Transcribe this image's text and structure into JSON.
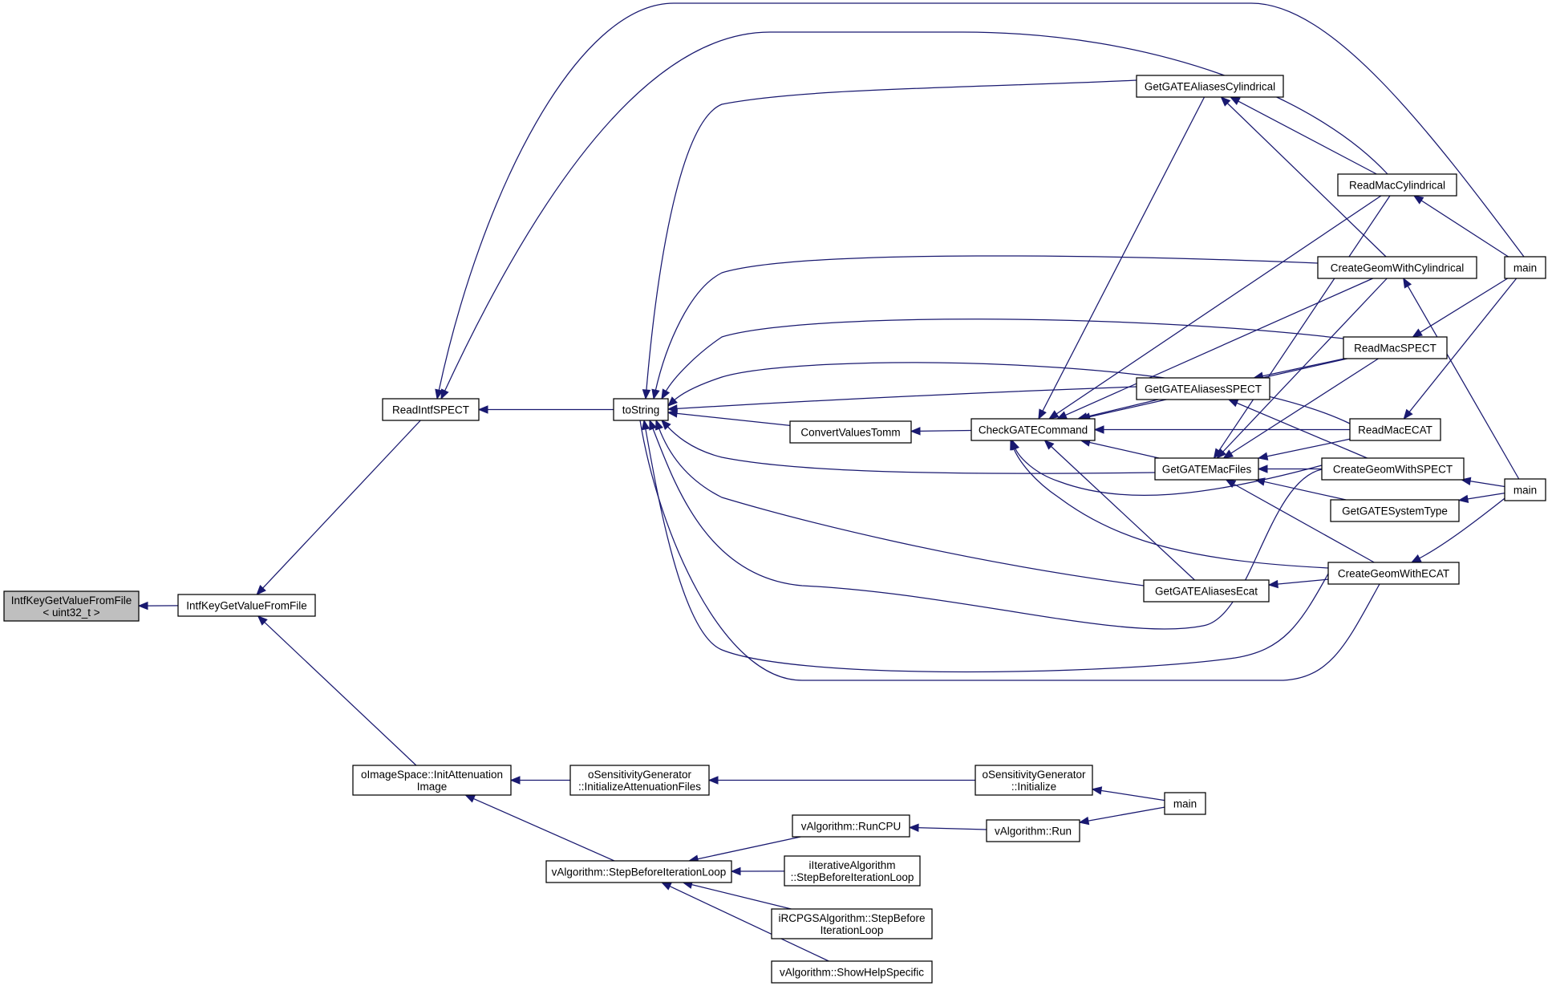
{
  "graph": {
    "nodes": [
      {
        "id": "root",
        "lines": [
          "IntfKeyGetValueFromFile",
          "< uint32_t >"
        ],
        "root": true
      },
      {
        "id": "ikgvf",
        "lines": [
          "IntfKeyGetValueFromFile"
        ]
      },
      {
        "id": "readintf",
        "lines": [
          "ReadIntfSPECT"
        ]
      },
      {
        "id": "tostring",
        "lines": [
          "toString"
        ]
      },
      {
        "id": "convert",
        "lines": [
          "ConvertValuesTomm"
        ]
      },
      {
        "id": "checkgate",
        "lines": [
          "CheckGATECommand"
        ]
      },
      {
        "id": "aliascyl",
        "lines": [
          "GetGATEAliasesCylindrical"
        ]
      },
      {
        "id": "aliasspect",
        "lines": [
          "GetGATEAliasesSPECT"
        ]
      },
      {
        "id": "macfiles",
        "lines": [
          "GetGATEMacFiles"
        ]
      },
      {
        "id": "aliasecat",
        "lines": [
          "GetGATEAliasesEcat"
        ]
      },
      {
        "id": "readmaccyl",
        "lines": [
          "ReadMacCylindrical"
        ]
      },
      {
        "id": "geomcyl",
        "lines": [
          "CreateGeomWithCylindrical"
        ]
      },
      {
        "id": "readmacspect",
        "lines": [
          "ReadMacSPECT"
        ]
      },
      {
        "id": "readmacecat",
        "lines": [
          "ReadMacECAT"
        ]
      },
      {
        "id": "geomspect",
        "lines": [
          "CreateGeomWithSPECT"
        ]
      },
      {
        "id": "systype",
        "lines": [
          "GetGATESystemType"
        ]
      },
      {
        "id": "geomecat",
        "lines": [
          "CreateGeomWithECAT"
        ]
      },
      {
        "id": "main1",
        "lines": [
          "main"
        ]
      },
      {
        "id": "main2",
        "lines": [
          "main"
        ]
      },
      {
        "id": "initatt",
        "lines": [
          "oImageSpace::InitAttenuation",
          "Image"
        ]
      },
      {
        "id": "sensinitatt",
        "lines": [
          "oSensitivityGenerator",
          "::InitializeAttenuationFiles"
        ]
      },
      {
        "id": "sensinit",
        "lines": [
          "oSensitivityGenerator",
          "::Initialize"
        ]
      },
      {
        "id": "main3",
        "lines": [
          "main"
        ]
      },
      {
        "id": "stepbefore",
        "lines": [
          "vAlgorithm::StepBeforeIterationLoop"
        ]
      },
      {
        "id": "runcpu",
        "lines": [
          "vAlgorithm::RunCPU"
        ]
      },
      {
        "id": "run",
        "lines": [
          "vAlgorithm::Run"
        ]
      },
      {
        "id": "iterstep",
        "lines": [
          "iIterativeAlgorithm",
          "::StepBeforeIterationLoop"
        ]
      },
      {
        "id": "rcpgsstep",
        "lines": [
          "iRCPGSAlgorithm::StepBefore",
          "IterationLoop"
        ]
      },
      {
        "id": "showhelp",
        "lines": [
          "vAlgorithm::ShowHelpSpecific"
        ]
      }
    ],
    "edges": [
      {
        "from": "ikgvf",
        "to": "root"
      },
      {
        "from": "readintf",
        "to": "ikgvf"
      },
      {
        "from": "initatt",
        "to": "ikgvf"
      },
      {
        "from": "tostring",
        "to": "readintf"
      },
      {
        "from": "main1",
        "to": "readintf"
      },
      {
        "from": "readmaccyl",
        "to": "readintf"
      },
      {
        "from": "convert",
        "to": "tostring"
      },
      {
        "from": "aliascyl",
        "to": "tostring"
      },
      {
        "from": "aliasspect",
        "to": "tostring"
      },
      {
        "from": "macfiles",
        "to": "tostring"
      },
      {
        "from": "aliasecat",
        "to": "tostring"
      },
      {
        "from": "geomcyl",
        "to": "tostring"
      },
      {
        "from": "readmacspect",
        "to": "tostring"
      },
      {
        "from": "readmacecat",
        "to": "tostring"
      },
      {
        "from": "geomspect",
        "to": "tostring"
      },
      {
        "from": "geomecat",
        "to": "tostring"
      },
      {
        "from": "checkgate",
        "to": "convert"
      },
      {
        "from": "aliascyl",
        "to": "checkgate"
      },
      {
        "from": "aliasspect",
        "to": "checkgate"
      },
      {
        "from": "macfiles",
        "to": "checkgate"
      },
      {
        "from": "aliasecat",
        "to": "checkgate"
      },
      {
        "from": "readmaccyl",
        "to": "checkgate"
      },
      {
        "from": "geomcyl",
        "to": "checkgate"
      },
      {
        "from": "readmacspect",
        "to": "checkgate"
      },
      {
        "from": "readmacecat",
        "to": "checkgate"
      },
      {
        "from": "geomspect",
        "to": "checkgate"
      },
      {
        "from": "geomecat",
        "to": "checkgate"
      },
      {
        "from": "readmaccyl",
        "to": "aliascyl"
      },
      {
        "from": "geomcyl",
        "to": "aliascyl"
      },
      {
        "from": "readmacspect",
        "to": "aliasspect"
      },
      {
        "from": "geomspect",
        "to": "aliasspect"
      },
      {
        "from": "readmaccyl",
        "to": "macfiles"
      },
      {
        "from": "geomcyl",
        "to": "macfiles"
      },
      {
        "from": "readmacspect",
        "to": "macfiles"
      },
      {
        "from": "readmacecat",
        "to": "macfiles"
      },
      {
        "from": "geomspect",
        "to": "macfiles"
      },
      {
        "from": "systype",
        "to": "macfiles"
      },
      {
        "from": "geomecat",
        "to": "macfiles"
      },
      {
        "from": "geomecat",
        "to": "aliasecat"
      },
      {
        "from": "main1",
        "to": "readmaccyl"
      },
      {
        "from": "main1",
        "to": "readmacspect"
      },
      {
        "from": "main1",
        "to": "readmacecat"
      },
      {
        "from": "main2",
        "to": "geomcyl"
      },
      {
        "from": "main2",
        "to": "geomspect"
      },
      {
        "from": "main2",
        "to": "systype"
      },
      {
        "from": "main2",
        "to": "geomecat"
      },
      {
        "from": "sensinitatt",
        "to": "initatt"
      },
      {
        "from": "stepbefore",
        "to": "initatt"
      },
      {
        "from": "sensinit",
        "to": "sensinitatt"
      },
      {
        "from": "main3",
        "to": "sensinit"
      },
      {
        "from": "runcpu",
        "to": "stepbefore"
      },
      {
        "from": "iterstep",
        "to": "stepbefore"
      },
      {
        "from": "rcpgsstep",
        "to": "stepbefore"
      },
      {
        "from": "showhelp",
        "to": "stepbefore"
      },
      {
        "from": "run",
        "to": "runcpu"
      },
      {
        "from": "main3",
        "to": "run"
      }
    ]
  }
}
